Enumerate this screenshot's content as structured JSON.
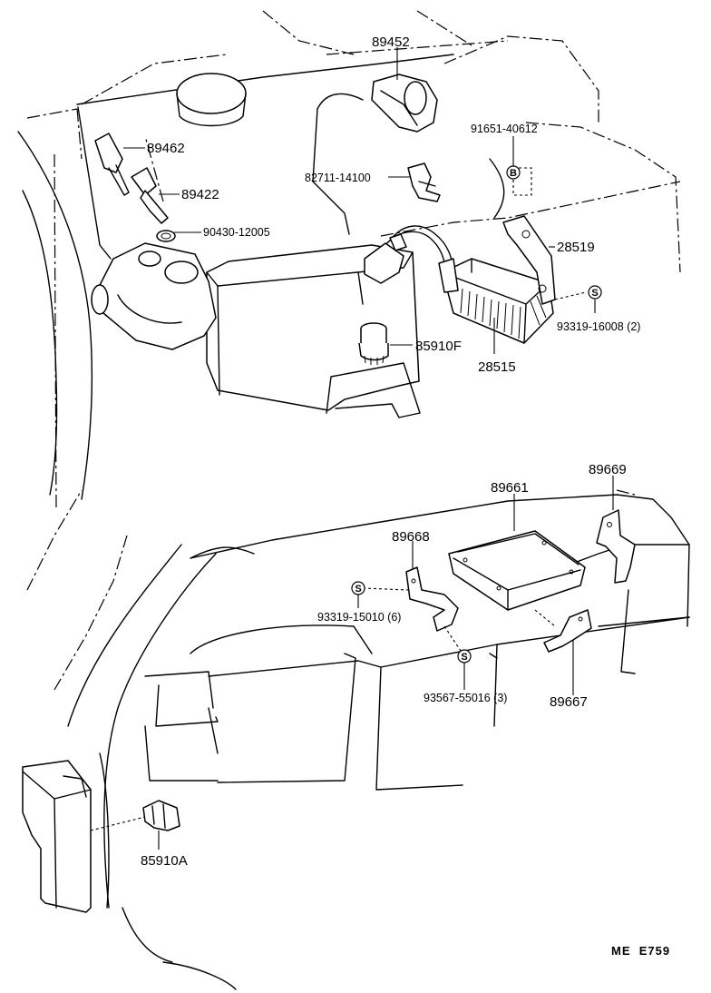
{
  "parts": {
    "p89452": "89452",
    "p89462": "89462",
    "p89422": "89422",
    "p90430": "90430-12005",
    "p82711": "82711-14100",
    "p91651": "91651-40612",
    "p28519": "28519",
    "p93319_16008": "93319-16008 (2)",
    "p28515": "28515",
    "p85910F": "85910F",
    "p89661": "89661",
    "p89669": "89669",
    "p89668": "89668",
    "p93319_15010": "93319-15010 (6)",
    "p93567": "93567-55016 (3)",
    "p89667": "89667",
    "p85910A": "85910A"
  },
  "symbols": {
    "bolt": "B",
    "screw": "S"
  },
  "drawing_code": "ME  E759"
}
